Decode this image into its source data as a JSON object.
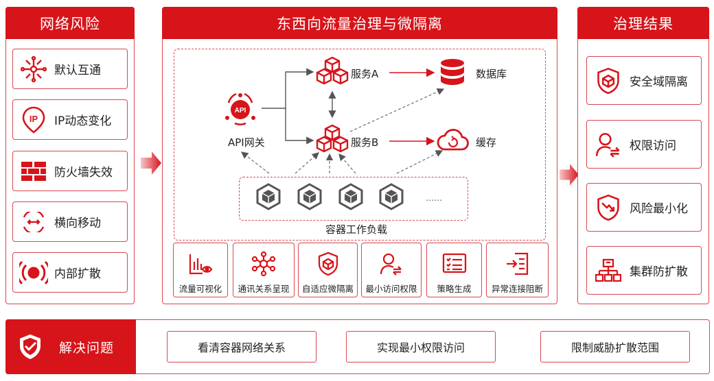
{
  "risks": {
    "title": "网络风险",
    "items": [
      {
        "label": "默认互通",
        "icon": "circuit-icon"
      },
      {
        "label": "IP动态变化",
        "icon": "ip-pin-icon"
      },
      {
        "label": "防火墙失效",
        "icon": "firewall-icon"
      },
      {
        "label": "横向移动",
        "icon": "lateral-move-icon"
      },
      {
        "label": "内部扩散",
        "icon": "broadcast-icon"
      }
    ]
  },
  "governance": {
    "title": "东西向流量治理与微隔离",
    "api_gateway": "API网关",
    "api_badge": "API",
    "service_a": "服务A",
    "service_b": "服务B",
    "database": "数据库",
    "cache": "缓存",
    "ellipsis": "……",
    "workload_label": "容器工作负载",
    "capabilities": [
      {
        "label": "流量可视化",
        "icon": "traffic-visual-icon"
      },
      {
        "label": "通讯关系呈现",
        "icon": "network-graph-icon"
      },
      {
        "label": "自适应微隔离",
        "icon": "shield-box-icon"
      },
      {
        "label": "最小访问权限",
        "icon": "user-access-icon"
      },
      {
        "label": "策略生成",
        "icon": "policy-list-icon"
      },
      {
        "label": "异常连接阻断",
        "icon": "block-connection-icon"
      }
    ]
  },
  "results": {
    "title": "治理结果",
    "items": [
      {
        "label": "安全域隔离",
        "icon": "shield-box-icon"
      },
      {
        "label": "权限访问",
        "icon": "user-access-icon"
      },
      {
        "label": "风险最小化",
        "icon": "shield-trend-icon"
      },
      {
        "label": "集群防扩散",
        "icon": "cluster-icon"
      }
    ]
  },
  "solution": {
    "title": "解决问题",
    "items": [
      "看清容器网络关系",
      "实现最小权限访问",
      "限制威胁扩散范围"
    ]
  },
  "colors": {
    "accent": "#d7141a",
    "border": "#d9474f",
    "dark": "#555555"
  }
}
